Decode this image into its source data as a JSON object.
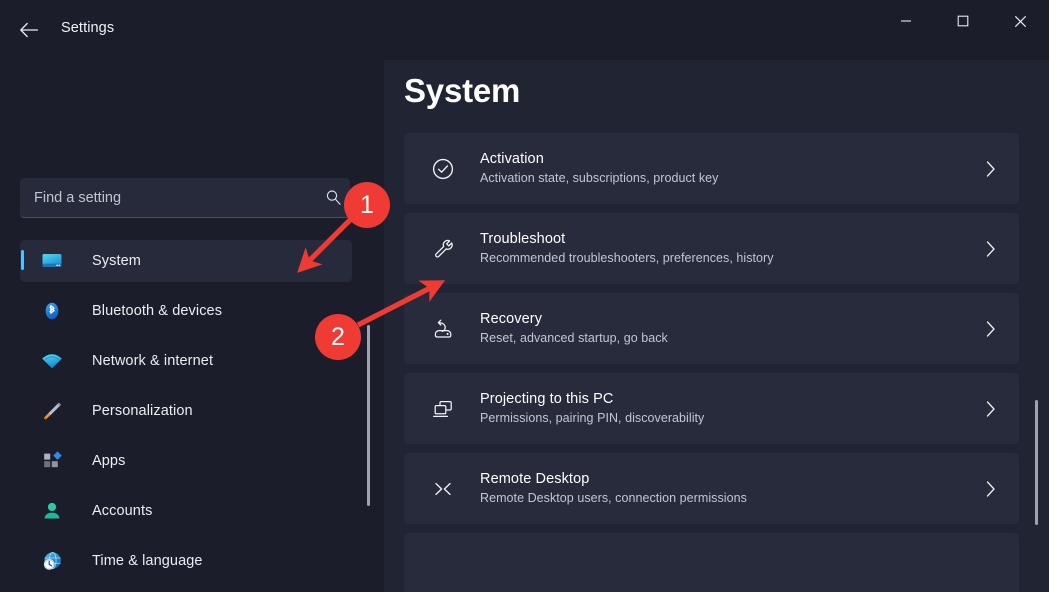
{
  "window": {
    "title": "Settings",
    "back_icon": "back-arrow-icon",
    "controls": {
      "minimize": "minimize-icon",
      "maximize": "maximize-icon",
      "close": "close-icon"
    }
  },
  "search": {
    "placeholder": "Find a setting",
    "value": "",
    "icon": "search-icon"
  },
  "sidebar": {
    "items": [
      {
        "label": "System",
        "icon": "monitor-icon",
        "selected": true
      },
      {
        "label": "Bluetooth & devices",
        "icon": "bluetooth-icon",
        "selected": false
      },
      {
        "label": "Network & internet",
        "icon": "wifi-icon",
        "selected": false
      },
      {
        "label": "Personalization",
        "icon": "paintbrush-icon",
        "selected": false
      },
      {
        "label": "Apps",
        "icon": "apps-icon",
        "selected": false
      },
      {
        "label": "Accounts",
        "icon": "person-icon",
        "selected": false
      },
      {
        "label": "Time & language",
        "icon": "globe-clock-icon",
        "selected": false
      }
    ]
  },
  "main": {
    "title": "System",
    "cards": [
      {
        "title": "Activation",
        "subtitle": "Activation state, subscriptions, product key",
        "icon": "check-circle-icon",
        "chevron": "chevron-right-icon"
      },
      {
        "title": "Troubleshoot",
        "subtitle": "Recommended troubleshooters, preferences, history",
        "icon": "wrench-icon",
        "chevron": "chevron-right-icon"
      },
      {
        "title": "Recovery",
        "subtitle": "Reset, advanced startup, go back",
        "icon": "recovery-icon",
        "chevron": "chevron-right-icon"
      },
      {
        "title": "Projecting to this PC",
        "subtitle": "Permissions, pairing PIN, discoverability",
        "icon": "projecting-icon",
        "chevron": "chevron-right-icon"
      },
      {
        "title": "Remote Desktop",
        "subtitle": "Remote Desktop users, connection permissions",
        "icon": "remote-desktop-icon",
        "chevron": "chevron-right-icon"
      },
      {
        "title": "",
        "subtitle": "",
        "icon": "",
        "chevron": ""
      }
    ]
  },
  "annotations": {
    "markers": [
      {
        "label": "1"
      },
      {
        "label": "2"
      }
    ],
    "color": "#ef3b34"
  },
  "colors": {
    "accent": "#4cc2ff",
    "window_bg": "#1b1d2a",
    "content_bg": "#212433",
    "card_bg": "#272b3c",
    "annotation_red": "#ef3b34"
  }
}
